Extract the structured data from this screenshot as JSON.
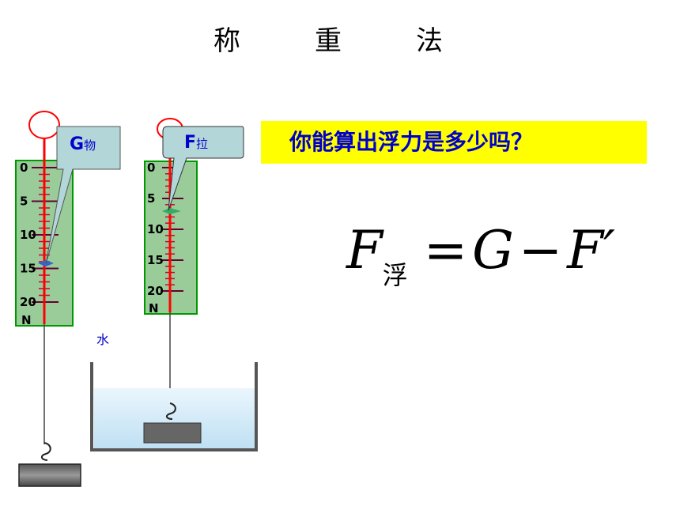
{
  "title": "称　重　法",
  "question": "你能算出浮力是多少吗？",
  "formula": {
    "F": "F",
    "sub": "浮",
    "equals": "=",
    "G": "G",
    "minus": "−",
    "F_prime": "F′"
  },
  "water_label": "水",
  "scale_left": {
    "callout_main": "G",
    "callout_sub": "物",
    "tick_labels": [
      "0",
      "5",
      "10",
      "15",
      "20"
    ],
    "unit": "N",
    "reading": 15
  },
  "scale_right": {
    "callout_main": "F",
    "callout_sub": "拉",
    "tick_labels": [
      "0",
      "5",
      "10",
      "15",
      "20"
    ],
    "unit": "N",
    "reading": 6.5
  },
  "colors": {
    "scale_fill": "#99cc99",
    "scale_border": "#009900",
    "tick": "#cc0033",
    "needle": "#ff0000",
    "hook_ring": "#ff0000",
    "callout_fill": "#b3d6d9",
    "highlight": "#ffff00",
    "text_blue": "#0000cc",
    "water": "#cfe9f7"
  }
}
